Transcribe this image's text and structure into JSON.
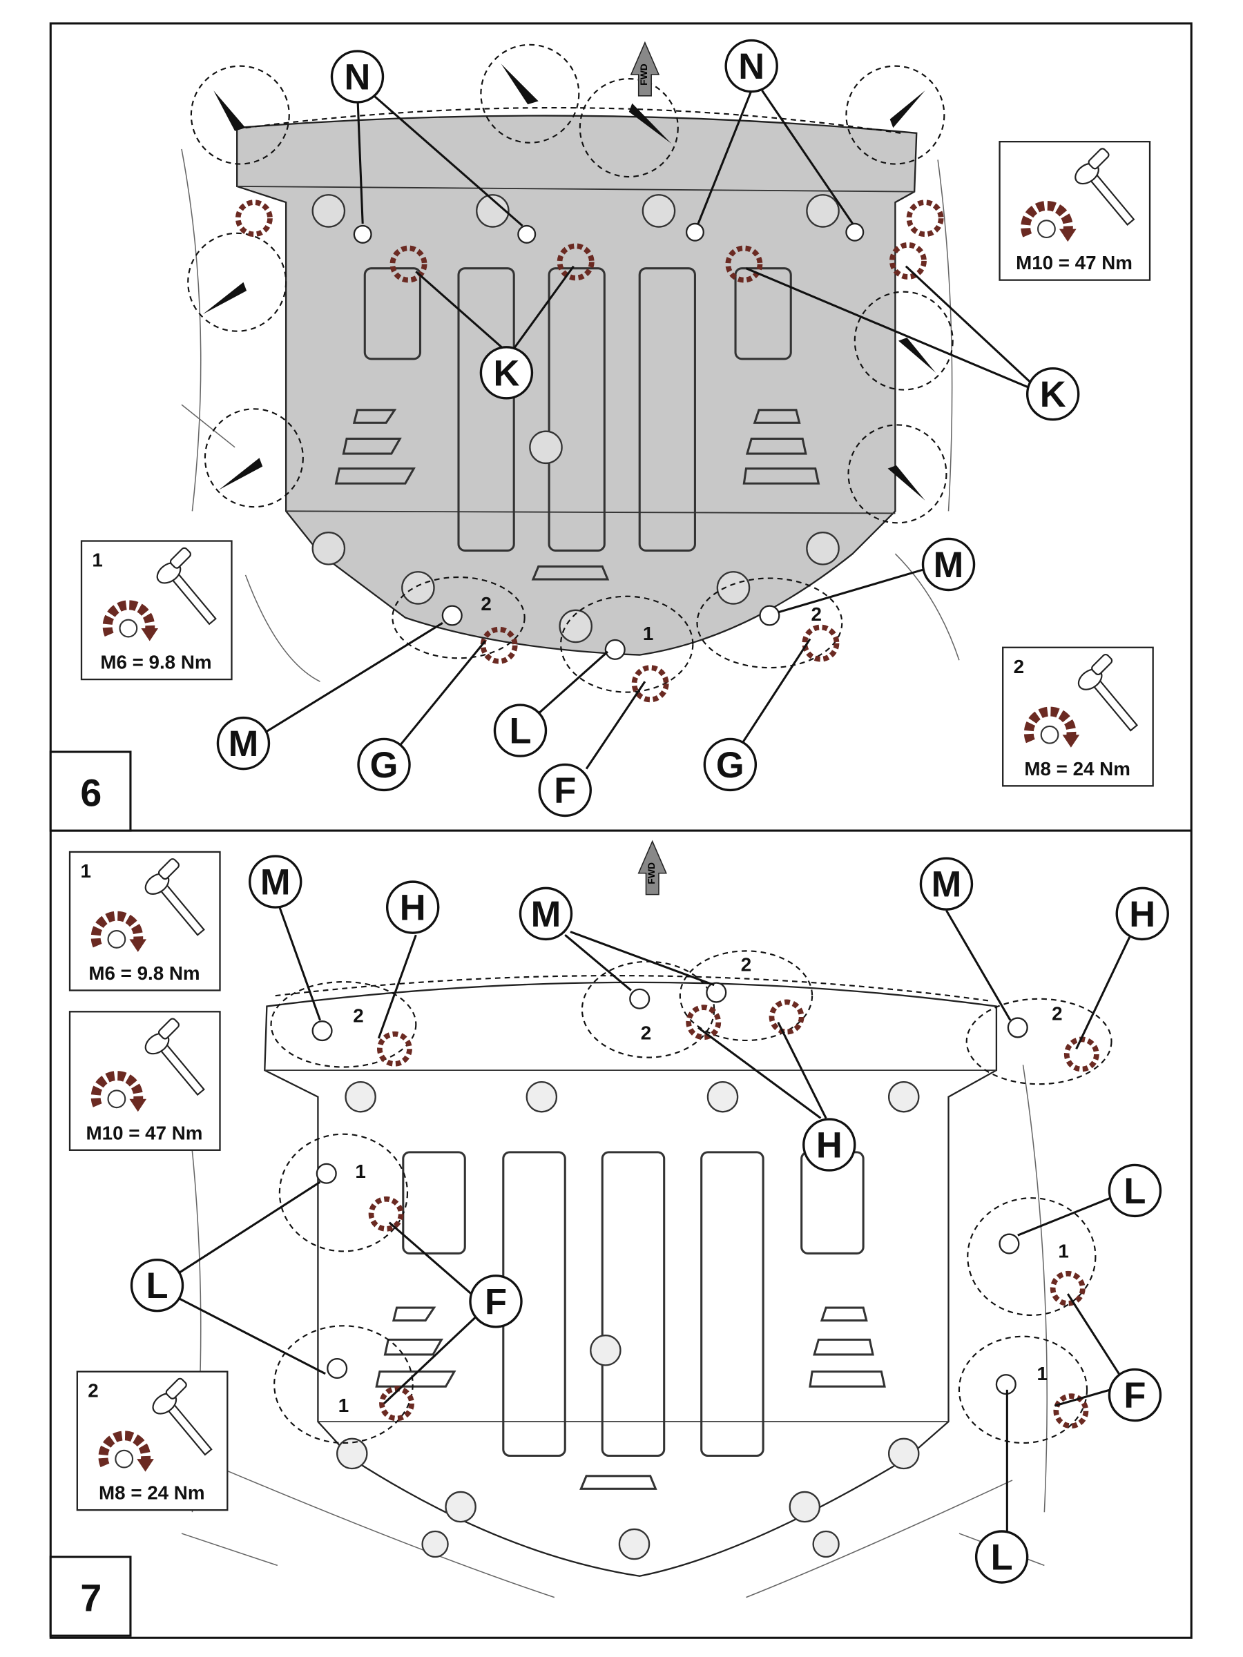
{
  "panels": [
    {
      "label": "6",
      "fwd": "FWD",
      "callouts": [
        "N",
        "N",
        "K",
        "K",
        "M",
        "M",
        "G",
        "G",
        "L",
        "F"
      ],
      "steps": [
        "2",
        "2",
        "1"
      ],
      "torque": [
        {
          "step": "",
          "spec": "M10 =  47 Nm"
        },
        {
          "step": "1",
          "spec": "M6 =  9.8 Nm"
        },
        {
          "step": "2",
          "spec": "M8 =  24  Nm"
        }
      ]
    },
    {
      "label": "7",
      "fwd": "FWD",
      "callouts": [
        "M",
        "M",
        "M",
        "H",
        "H",
        "H",
        "L",
        "L",
        "L",
        "F",
        "F"
      ],
      "steps": [
        "2",
        "2",
        "2",
        "2",
        "1",
        "1",
        "1",
        "1"
      ],
      "torque": [
        {
          "step": "1",
          "spec": "M6 =  9.8 Nm"
        },
        {
          "step": "",
          "spec": "M10 =  47 Nm"
        },
        {
          "step": "2",
          "spec": "M8 =  24  Nm"
        }
      ]
    }
  ],
  "colors": {
    "plate": "#c8c8c8",
    "torque_arrow": "#6b2a22",
    "line": "#111111"
  }
}
